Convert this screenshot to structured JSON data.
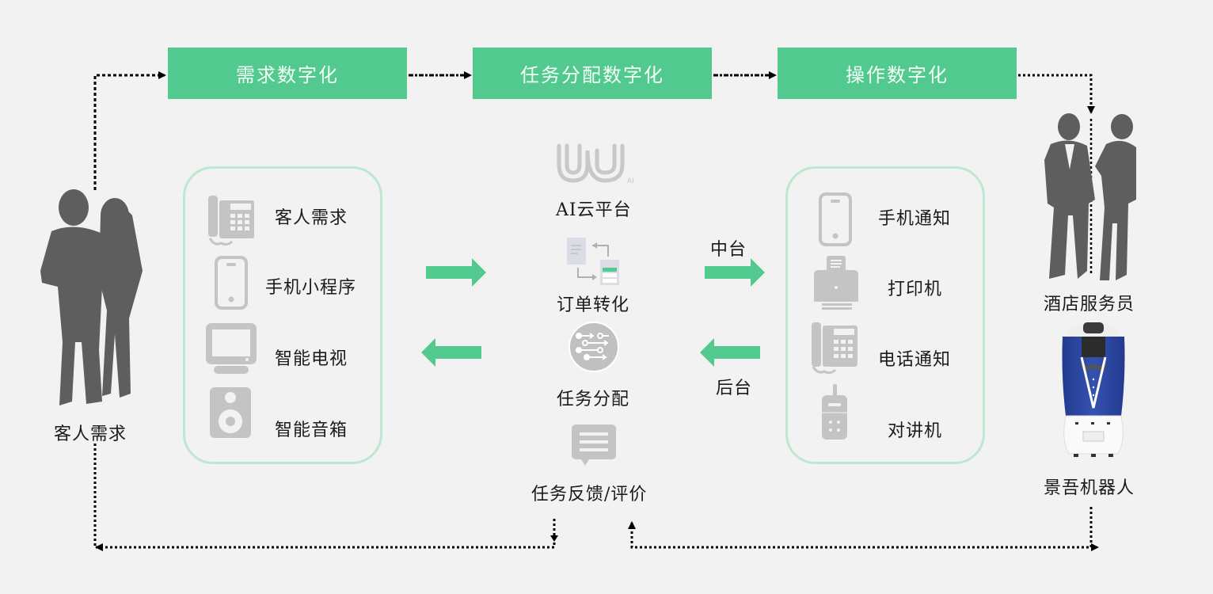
{
  "stages": [
    {
      "label": "需求数字化"
    },
    {
      "label": "任务分配数字化"
    },
    {
      "label": "操作数字化"
    }
  ],
  "left_actor": {
    "label": "客人需求",
    "icon": "couple-silhouette-icon"
  },
  "input_channels": [
    {
      "label": "客人需求",
      "icon": "desk-phone-icon"
    },
    {
      "label": "手机小程序",
      "icon": "mobile-phone-icon"
    },
    {
      "label": "智能电视",
      "icon": "tv-icon"
    },
    {
      "label": "智能音箱",
      "icon": "speaker-icon"
    }
  ],
  "platform": {
    "logo_text": "AI",
    "steps": [
      {
        "label": "AI云平台",
        "icon": "ai-cloud-logo-icon"
      },
      {
        "label": "订单转化",
        "icon": "order-convert-icon"
      },
      {
        "label": "任务分配",
        "icon": "task-dispatch-icon"
      },
      {
        "label": "任务反馈/评价",
        "icon": "feedback-chat-icon"
      }
    ]
  },
  "middle_labels": {
    "forward": "中台",
    "backward": "后台"
  },
  "output_channels": [
    {
      "label": "手机通知",
      "icon": "mobile-phone-icon"
    },
    {
      "label": "打印机",
      "icon": "printer-icon"
    },
    {
      "label": "电话通知",
      "icon": "desk-phone-icon"
    },
    {
      "label": "对讲机",
      "icon": "walkie-talkie-icon"
    }
  ],
  "right_actors": [
    {
      "label": "酒店服务员",
      "icon": "staff-silhouette-icon"
    },
    {
      "label": "景吾机器人",
      "icon": "robot-icon"
    }
  ],
  "colors": {
    "accent": "#52c98e",
    "panel_border": "#bde8d0",
    "icon_gray": "#c4c4c4",
    "silhouette": "#5e5e5e",
    "background": "#f2f2f2",
    "robot_blue": "#2f47a0"
  }
}
